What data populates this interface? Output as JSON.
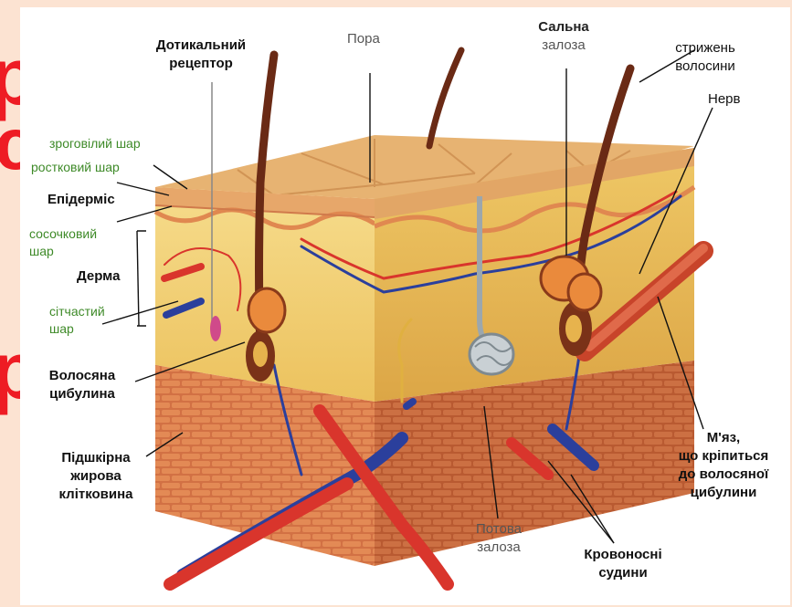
{
  "background_text": {
    "fragment_1": "ру",
    "fragment_2": "ся",
    "fragment_3": "р"
  },
  "labels": {
    "touch_receptor": [
      "Дотикальний",
      "рецептор"
    ],
    "pore": "Пора",
    "sebaceous_gland": [
      "Сальна",
      "залоза"
    ],
    "hair_shaft": [
      "стрижень",
      "волосини"
    ],
    "nerve": "Нерв",
    "stratum_corneum": "зроговілий шар",
    "germinal_layer": "ростковий шар",
    "epidermis": "Епідерміс",
    "papillary_layer": [
      "сосочковий",
      "шар"
    ],
    "dermis": "Дерма",
    "reticular_layer": [
      "сітчастий",
      "шар"
    ],
    "hair_bulb": [
      "Волосяна",
      "цибулина"
    ],
    "subcutaneous_tissue": [
      "Підшкірна",
      "жирова",
      "клітковина"
    ],
    "muscle": [
      "М'яз,",
      "що кріпиться",
      "до волосяної",
      "цибулини"
    ],
    "sweat_gland": [
      "Потова",
      "залоза"
    ],
    "blood_vessels": [
      "Кровоносні",
      "судини"
    ]
  },
  "colors": {
    "background_text": "#ee1c24",
    "green_labels": "#3e8a28",
    "dermis": "#f2d079",
    "fat": "#cf6a3c",
    "artery": "#d9352c",
    "vein": "#2b3f9c"
  }
}
